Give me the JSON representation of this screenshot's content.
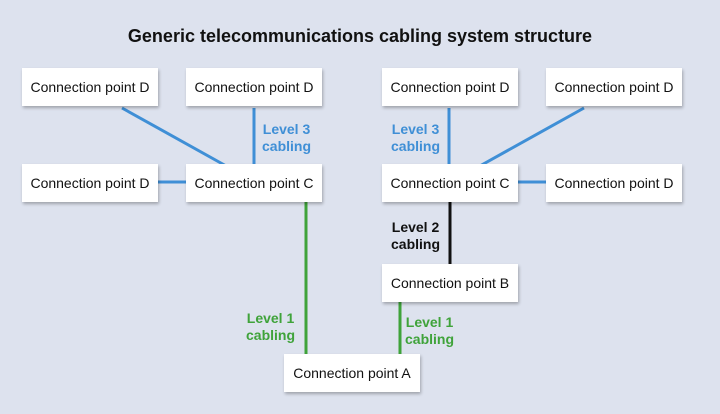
{
  "title": "Generic telecommunications cabling system structure",
  "colors": {
    "level1": "#3fa33a",
    "level2": "#111111",
    "level3": "#3f8fd6"
  },
  "nodes": {
    "d_top_1": "Connection point D",
    "d_top_2": "Connection point D",
    "d_top_3": "Connection point D",
    "d_top_4": "Connection point D",
    "d_mid_left": "Connection point D",
    "c_left": "Connection point C",
    "c_right": "Connection point C",
    "d_mid_right": "Connection point D",
    "b": "Connection point B",
    "a": "Connection point A"
  },
  "labels": {
    "level3_left": {
      "line1": "Level 3",
      "line2": "cabling"
    },
    "level3_right": {
      "line1": "Level 3",
      "line2": "cabling"
    },
    "level2": {
      "line1": "Level 2",
      "line2": "cabling"
    },
    "level1_left": {
      "line1": "Level 1",
      "line2": "cabling"
    },
    "level1_right": {
      "line1": "Level 1",
      "line2": "cabling"
    }
  }
}
